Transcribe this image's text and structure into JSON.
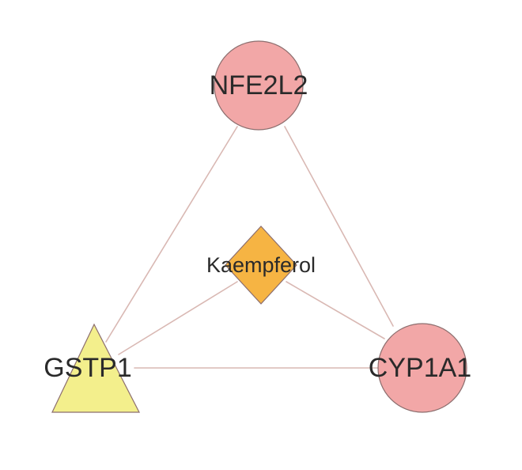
{
  "network": {
    "nodes": [
      {
        "id": "nfe2l2",
        "label": "NFE2L2",
        "shape": "circle",
        "color": "#f2a7a7"
      },
      {
        "id": "kaempferol",
        "label": "Kaempferol",
        "shape": "diamond",
        "color": "#f6b443"
      },
      {
        "id": "gstp1",
        "label": "GSTP1",
        "shape": "triangle",
        "color": "#f3ef8c"
      },
      {
        "id": "cyp1a1",
        "label": "CYP1A1",
        "shape": "circle",
        "color": "#f2a7a7"
      }
    ],
    "edges": [
      {
        "source": "nfe2l2",
        "target": "gstp1"
      },
      {
        "source": "nfe2l2",
        "target": "cyp1a1"
      },
      {
        "source": "gstp1",
        "target": "cyp1a1"
      },
      {
        "source": "kaempferol",
        "target": "gstp1"
      },
      {
        "source": "kaempferol",
        "target": "cyp1a1"
      }
    ],
    "edge_color": "#d9b8b3",
    "node_stroke_color": "#8c6e6e"
  }
}
